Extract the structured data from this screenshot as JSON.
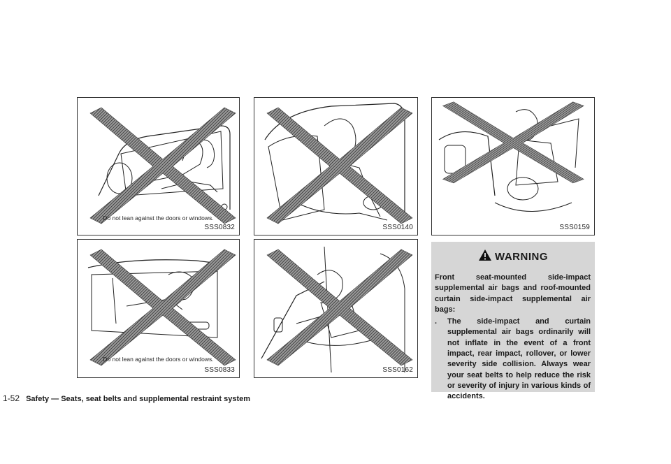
{
  "figures": [
    {
      "code": "SSS0832",
      "caption": "Do not lean against the doors or windows."
    },
    {
      "code": "SSS0140",
      "caption": ""
    },
    {
      "code": "SSS0159",
      "caption": ""
    },
    {
      "code": "SSS0833",
      "caption": "Do not lean against the doors or windows."
    },
    {
      "code": "SSS0162",
      "caption": ""
    }
  ],
  "warning": {
    "title": "WARNING",
    "intro": "Front seat-mounted side-impact supplemental air bags and roof-mounted curtain side-impact supplemental air bags:",
    "bullet_mark": ".",
    "bullet": "The side-impact and curtain supplemental air bags ordinarily will not inflate in the event of a front impact, rear impact, rollover, or lower severity side collision. Always wear your seat belts to help reduce the risk or severity of injury in various kinds of accidents."
  },
  "footer": {
    "page_number": "1-52",
    "section": "Safety — Seats, seat belts and supplemental restraint system"
  },
  "colors": {
    "warning_bg": "#d6d6d6",
    "cross_hatch": "#444444"
  }
}
